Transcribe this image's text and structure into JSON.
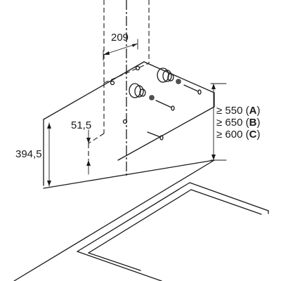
{
  "dimensions": {
    "width_label": "209",
    "offset_label": "51,5",
    "height_label": "394,5"
  },
  "clearances": [
    {
      "prefix": "≥ 550 (",
      "code": "A",
      "suffix": ")"
    },
    {
      "prefix": "≥ 650 (",
      "code": "B",
      "suffix": ")"
    },
    {
      "prefix": "≥ 600 (",
      "code": "C",
      "suffix": ")"
    }
  ]
}
